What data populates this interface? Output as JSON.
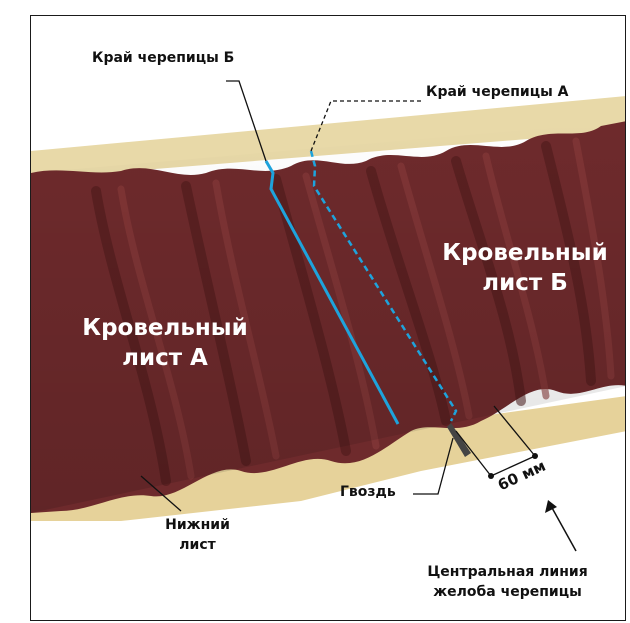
{
  "labels": {
    "edge_b": "Край черепицы Б",
    "edge_a": "Край черепицы А",
    "sheet_a_line1": "Кровельный",
    "sheet_a_line2": "лист А",
    "sheet_b_line1": "Кровельный",
    "sheet_b_line2": "лист Б",
    "bottom_sheet_line1": "Нижний",
    "bottom_sheet_line2": "лист",
    "nail": "Гвоздь",
    "distance": "60 мм",
    "centerline_line1": "Центральная линия",
    "centerline_line2": "желоба черепицы"
  },
  "colors": {
    "tile": "#6e2a2c",
    "tile_dark": "#4a1819",
    "tile_light": "#8a3c3b",
    "batten": "#e8d9a8",
    "edge_line": "#1ea3dc",
    "text": "#111111",
    "label_on_tile": "#ffffff"
  }
}
